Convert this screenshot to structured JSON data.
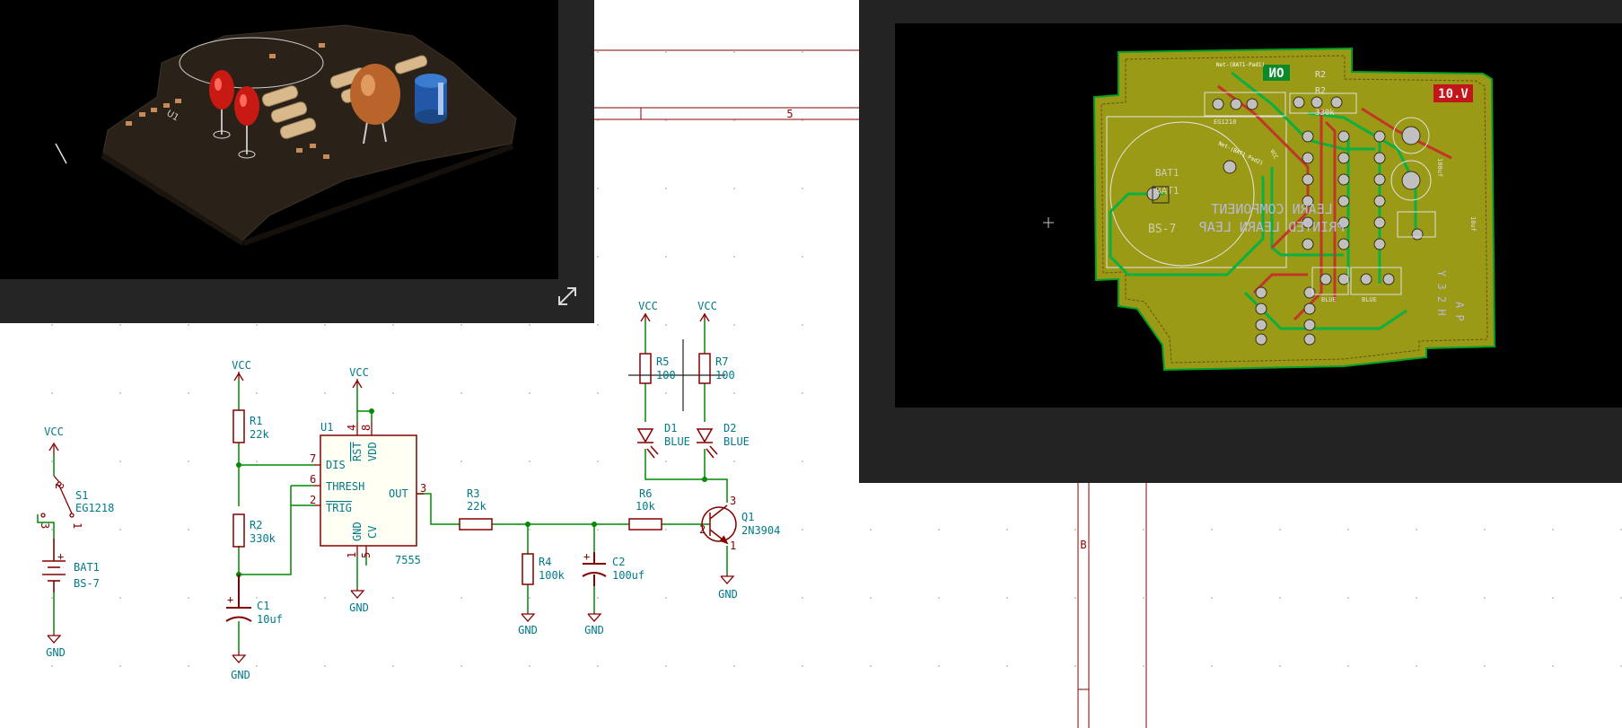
{
  "app": {
    "title": "KiCad Schematic Editor"
  },
  "frame": {
    "zone_5": "5",
    "zone_B": "B"
  },
  "colors": {
    "wire": "#008a00",
    "body": "#840000",
    "text": "#007a8a",
    "pcb_copper": "#9a9a16",
    "pcb_silk": "#dedede",
    "pcb_keepout": "#00a028"
  },
  "symbols": {
    "s1": {
      "ref": "S1",
      "value": "EG1218",
      "pin1": "1",
      "pin2": "2",
      "pin3": "3"
    },
    "bat1": {
      "ref": "BAT1",
      "value": "BS-7",
      "plus": "+"
    },
    "r1": {
      "ref": "R1",
      "value": "22k"
    },
    "r2": {
      "ref": "R2",
      "value": "330k"
    },
    "c1": {
      "ref": "C1",
      "value": "10uf",
      "plus": "+"
    },
    "u1": {
      "ref": "U1",
      "value": "7555",
      "pin_dis": "DIS",
      "pin_thresh": "THRESH",
      "pin_trig": "TRIG",
      "pin_out": "OUT",
      "pin_rst": "RST",
      "pin_vdd": "VDD",
      "pin_gnd": "GND",
      "pin_cv": "CV",
      "n7": "7",
      "n6": "6",
      "n2": "2",
      "n3": "3",
      "n4": "4",
      "n8": "8",
      "n1": "1",
      "n5": "5"
    },
    "r3": {
      "ref": "R3",
      "value": "22k"
    },
    "r4": {
      "ref": "R4",
      "value": "100k"
    },
    "c2": {
      "ref": "C2",
      "value": "100uf",
      "plus": "+"
    },
    "r6": {
      "ref": "R6",
      "value": "10k"
    },
    "r5": {
      "ref": "R5",
      "value": "100"
    },
    "r7": {
      "ref": "R7",
      "value": "100"
    },
    "d1": {
      "ref": "D1",
      "value": "BLUE"
    },
    "d2": {
      "ref": "D2",
      "value": "BLUE"
    },
    "q1": {
      "ref": "Q1",
      "value": "2N3904",
      "n1": "1",
      "n2": "2",
      "n3": "3"
    }
  },
  "power": {
    "vcc": "VCC",
    "gnd": "GND"
  },
  "pcb": {
    "badge_on": "ON",
    "badge_volt": "10.V",
    "net1": "Net-(BAT1-Pad1)",
    "net2": "Net-(BAT1-Pad2)",
    "vcc_label": "VCC",
    "bat_ref": "BAT1",
    "bat_ref2": "BAT1",
    "bat_val": "BS-7",
    "mirror_text_1": "LEARN COMPONENT",
    "mirror_text_2": "PRINTED LEARN LEAP",
    "r2_ref": "R2",
    "r2_ref2": "R2",
    "r2_val": "330k",
    "led_label1": "BLUE",
    "led_label2": "BLUE",
    "tl_label": "EG1218",
    "side_text": "Y 3 2 H",
    "side_text2": "A P",
    "cap_label": "10uf",
    "cap_label2": "100uf"
  },
  "viewer3d": {
    "ref_u1": "U1"
  }
}
